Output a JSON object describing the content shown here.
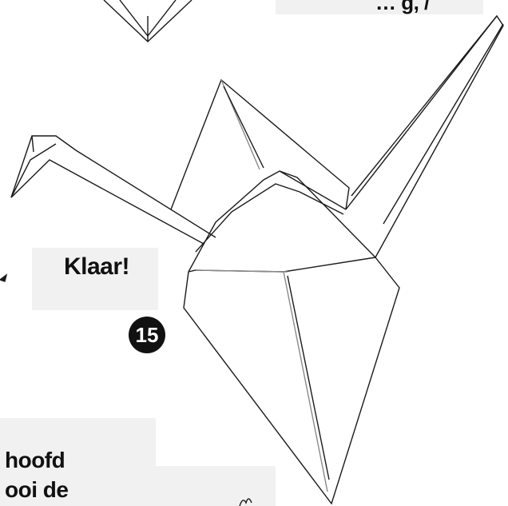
{
  "top_caption": {
    "text": "… g, /"
  },
  "finish_label": "Klaar!",
  "step_badge": "15",
  "bottom_caption": {
    "line1": "hoofd",
    "line2": "ooi de"
  }
}
